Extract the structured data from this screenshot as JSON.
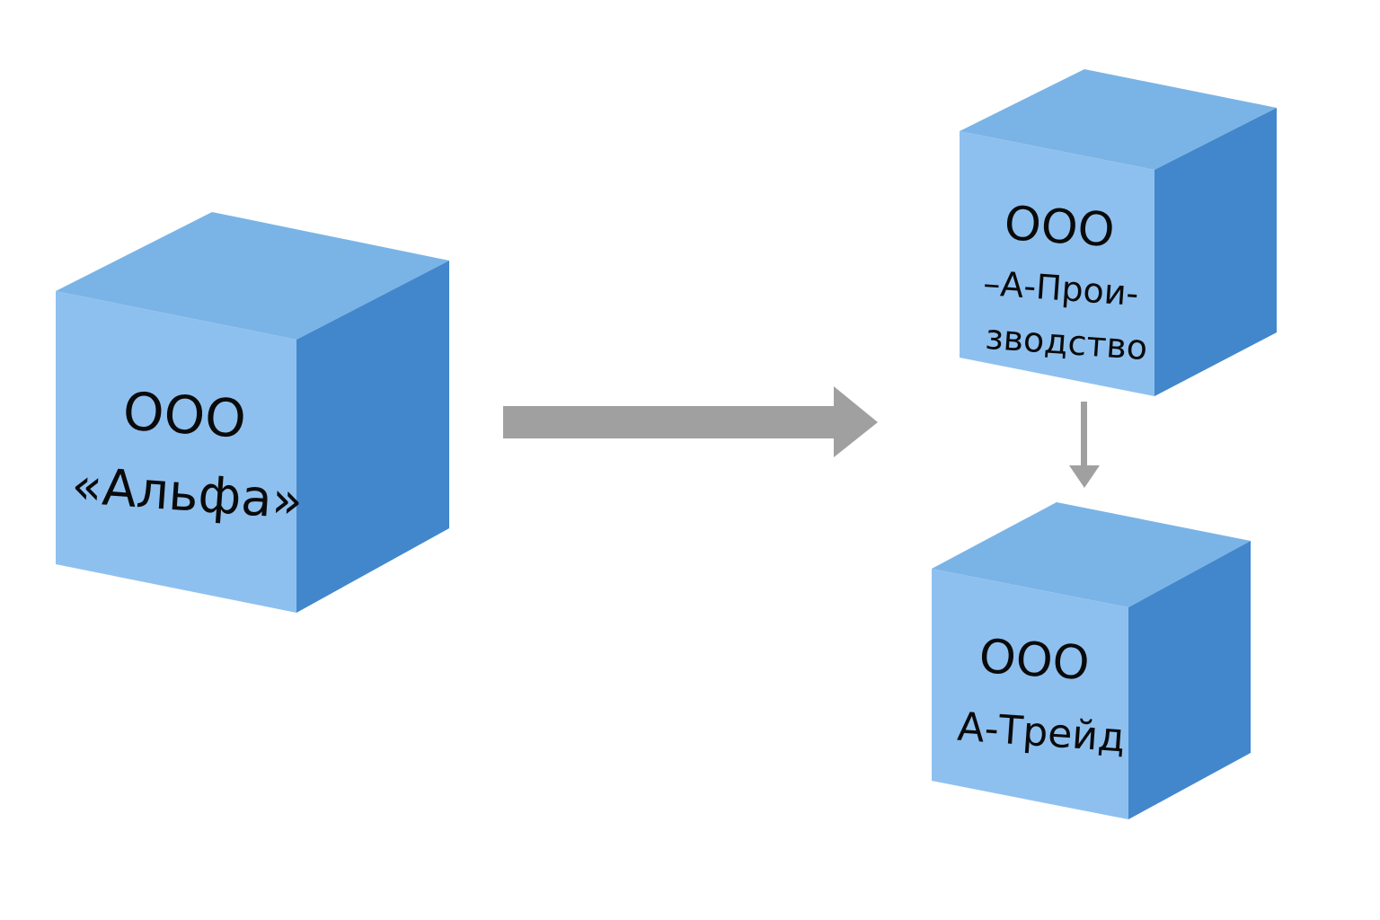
{
  "colors": {
    "background": "#ffffff",
    "cube_top": "#7ab4e6",
    "cube_front": "#8ec0ef",
    "cube_side": "#4287cc",
    "arrow": "#a0a0a0",
    "text": "#0a0a0a"
  },
  "cubes": [
    {
      "id": "alfa",
      "lines": [
        "ООО",
        "«Альфа»"
      ]
    },
    {
      "id": "a-proizvodstvo",
      "lines": [
        "ООО",
        "–А-Прои-",
        "зводство"
      ]
    },
    {
      "id": "a-treid",
      "lines": [
        "ООО",
        "А-Трейд"
      ]
    }
  ],
  "edges": [
    {
      "from": "alfa",
      "to": "a-proizvodstvo"
    },
    {
      "from": "a-proizvodstvo",
      "to": "a-treid"
    }
  ]
}
